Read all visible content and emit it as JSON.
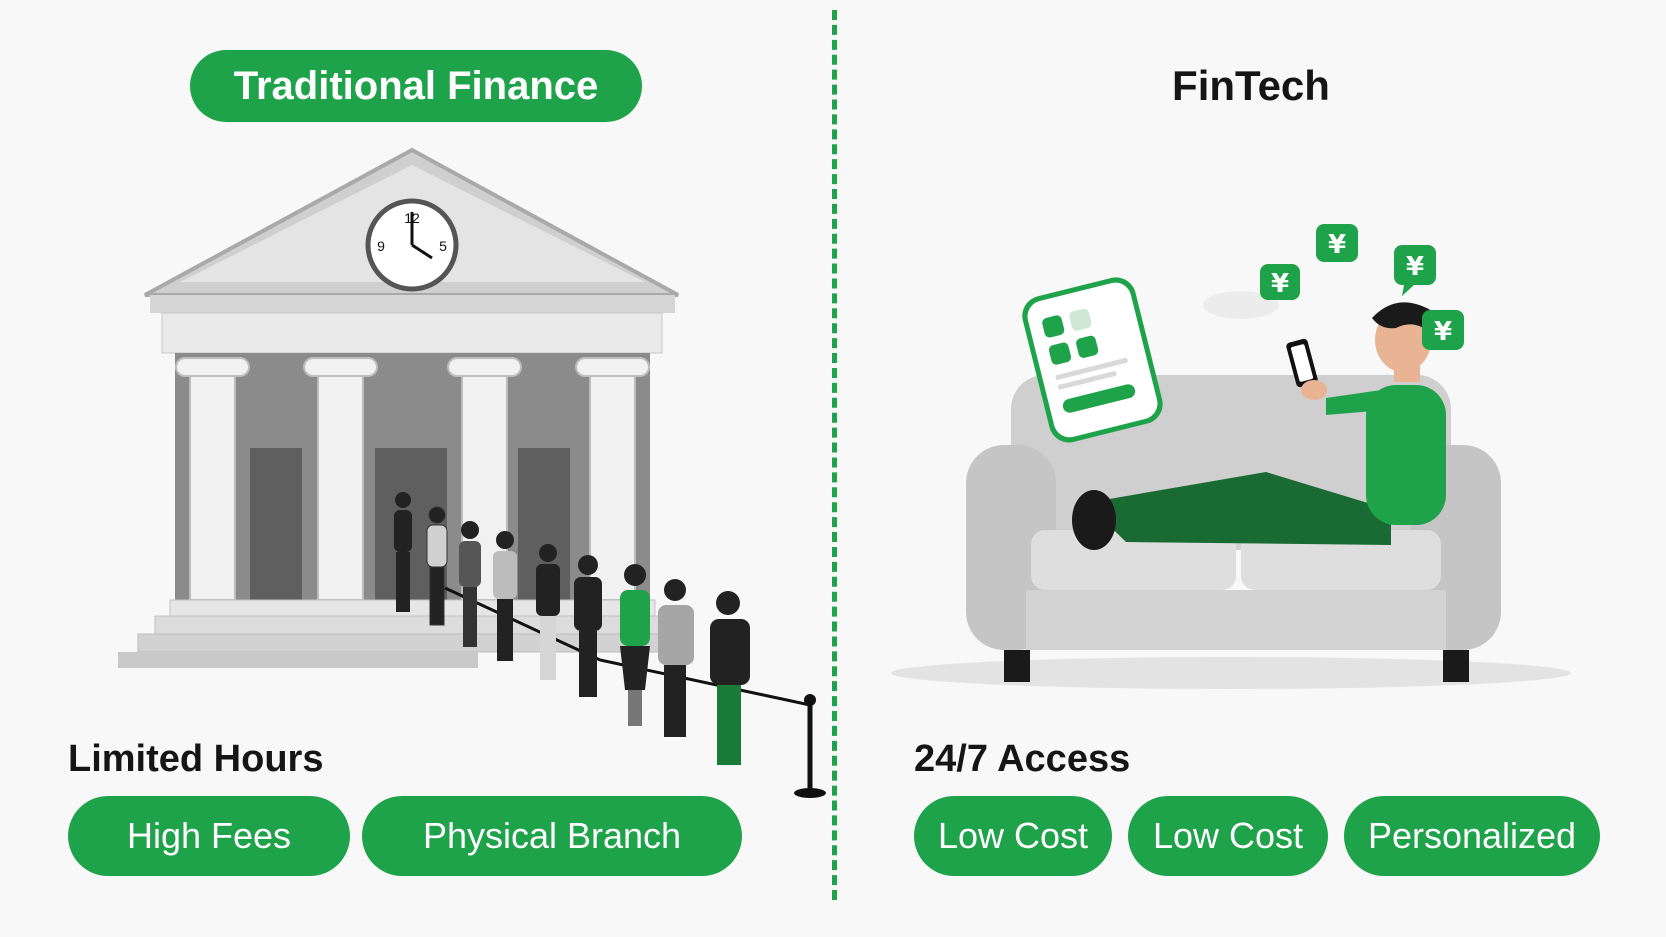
{
  "traditional": {
    "title": "Traditional Finance",
    "feature_heading": "Limited Hours",
    "tags": [
      "High Fees",
      "Physical Branch"
    ],
    "clock_numbers": [
      "12",
      "9",
      "5"
    ]
  },
  "fintech": {
    "title": "FinTech",
    "feature_heading": "24/7 Access",
    "tags": [
      "Low Cost",
      "Low Cost",
      "Personalized"
    ],
    "currency_symbol": "¥"
  },
  "colors": {
    "accent": "#1fa34a",
    "dark_green": "#1a6b33",
    "gray": "#bdbdbd",
    "dark": "#1a1a1a"
  }
}
